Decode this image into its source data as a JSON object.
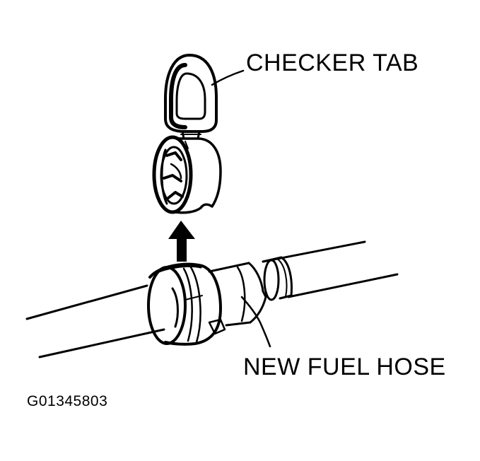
{
  "labels": {
    "checker_tab": "CHECKER TAB",
    "new_fuel_hose": "NEW FUEL HOSE",
    "figure_code": "G01345803"
  },
  "icons": {
    "arrow": "up-arrow-icon"
  },
  "colors": {
    "ink": "#000000",
    "paper": "#ffffff"
  }
}
